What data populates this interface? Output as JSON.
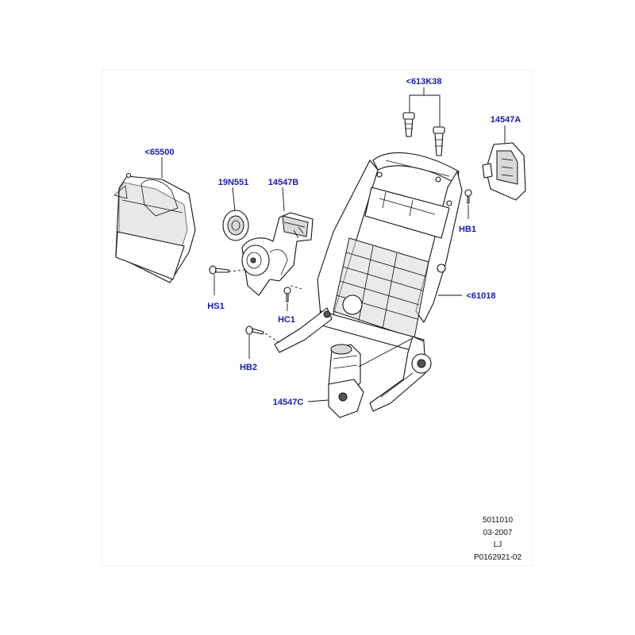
{
  "callouts": {
    "backpanel": "<65500",
    "headrest_guides": "<613K38",
    "lumbar_module": "14547A",
    "lumbar_switch": "19N551",
    "lumbar_pump": "14547B",
    "bolt_hb1": "HB1",
    "frame": "<61018",
    "screw_hs1": "HS1",
    "clip_hc1": "HC1",
    "bolt_hb2": "HB2",
    "recliner_motor": "14547C"
  },
  "footer": {
    "line1": "5011010",
    "line2": "03-2007",
    "line3": "LJ",
    "line4": "P0162921-02"
  },
  "colors": {
    "label_color": "#1a1ab0",
    "line_color": "#111111"
  }
}
